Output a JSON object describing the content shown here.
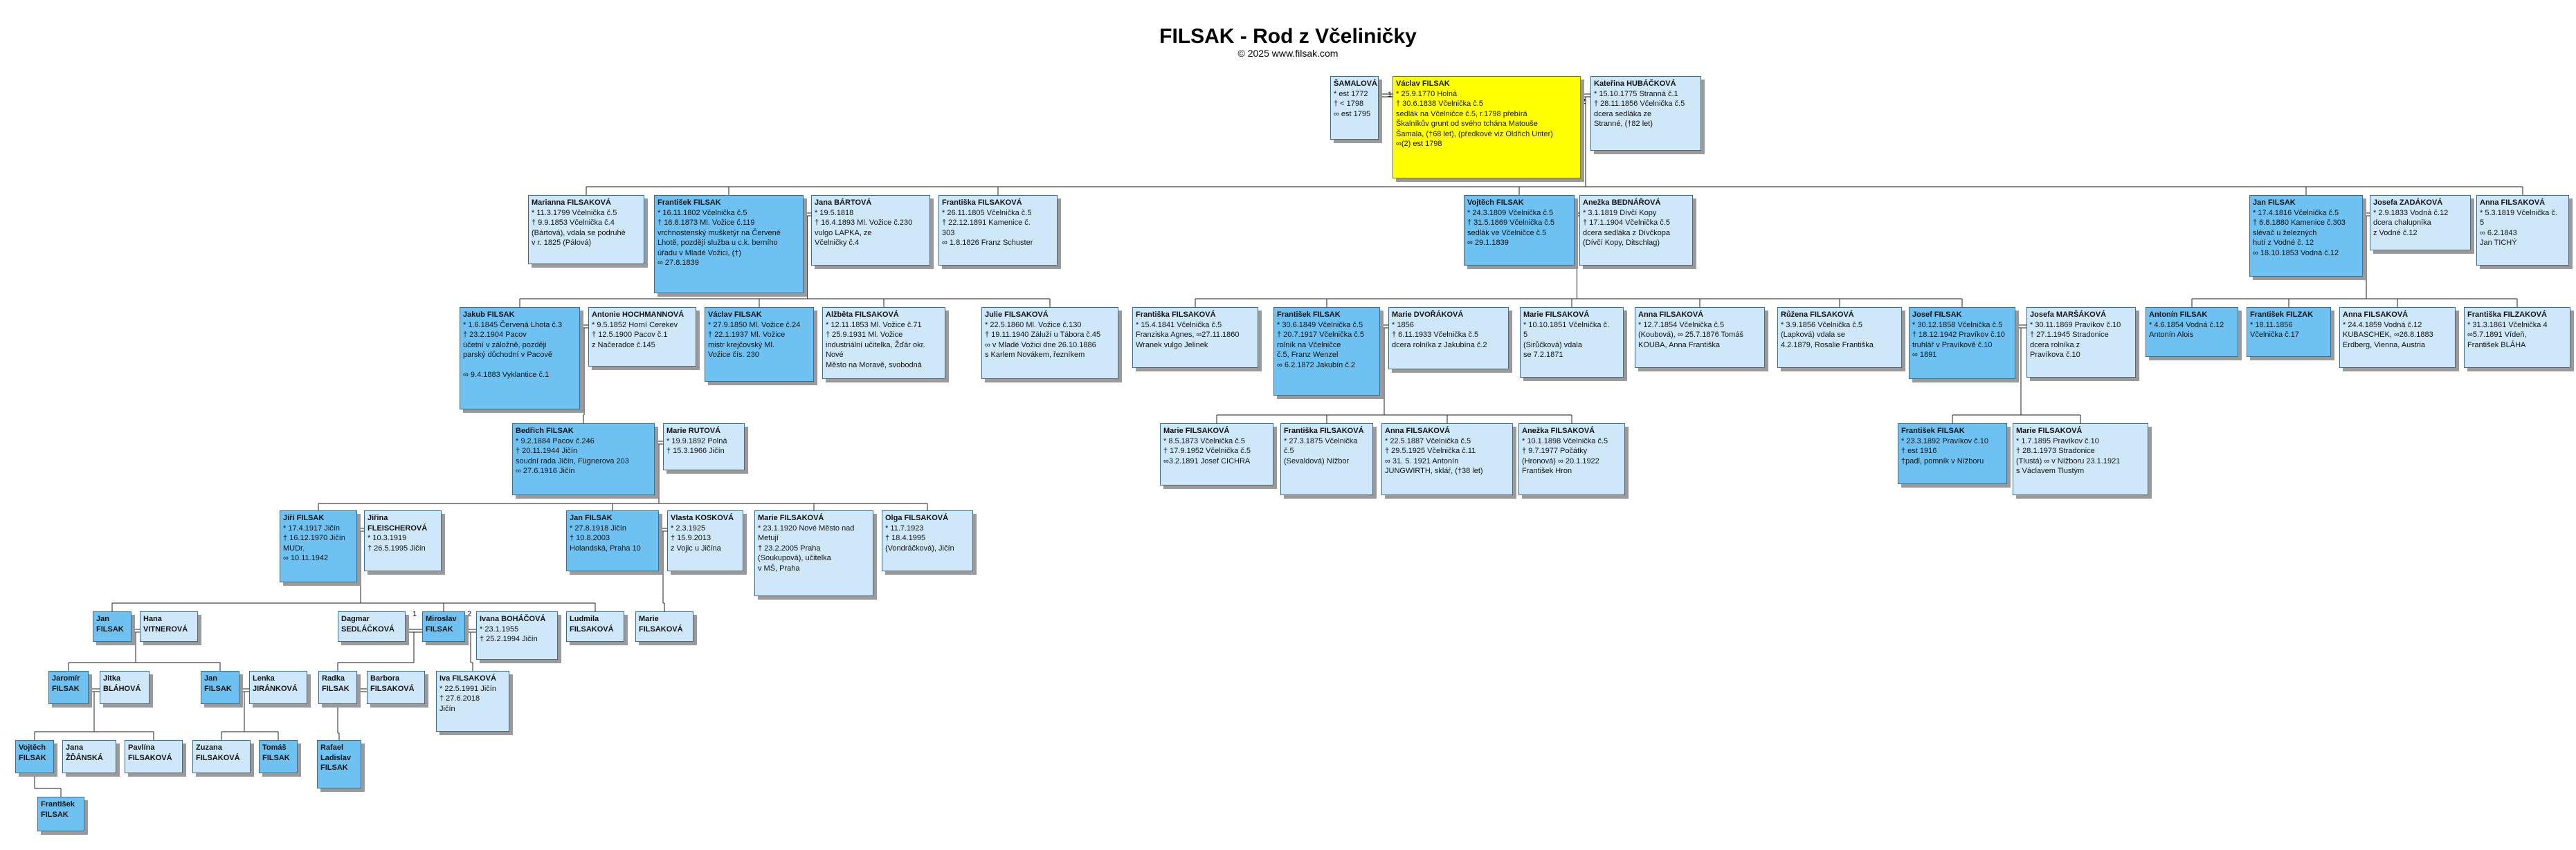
{
  "header": {
    "title": "FILSAK - Rod z Včeliničky",
    "subtitle": "© 2025 www.filsak.com"
  },
  "people": {
    "samalova": {
      "name": "ŠAMALOVÁ",
      "details": "* est 1772\n† < 1798\n∞ est 1795"
    },
    "vaclav_1770": {
      "name": "Václav FILSAK",
      "details": "* 25.9.1770 Holná\n† 30.6.1838 Včelnička č.5\nsedlák na Včelničce č.5, r.1798 přebírá\nŠkalníkův grunt od svého tchána Matouše\nŠamala, (†68 let), (předkové viz Oldřich Unter)\n∞(2) est 1798"
    },
    "hubackova": {
      "name": "Kateřina HUBÁČKOVÁ",
      "details": "* 15.10.1775 Stranná č.1\n† 28.11.1856 Včelnička č.5\ndcera sedláka ze\nStranné, (†82 let)"
    },
    "marianna": {
      "name": "Marianna FILSAKOVÁ",
      "details": "* 11.3.1799 Včelnička č.5\n† 9.9.1853 Včelnička č.4\n(Bártová), vdala se podruhé\nv r. 1825 (Pálová)"
    },
    "frantisek_1802": {
      "name": "František FILSAK",
      "details": "* 16.11.1802 Včelnička č.5\n† 16.8.1873 Ml. Vožice č.119\nvrchnostenský mušketýr na Červené\nLhotě, pozdějí služba u c.k. berního\núřadu v Mladé Vožici, (†)\n∞ 27.8.1839"
    },
    "jana_bartova": {
      "name": "Jana BÁRTOVÁ",
      "details": "* 19.5.1818\n† 16.4.1893 Ml. Vožice č.230\nvulgo LAPKA, ze\nVčelničky č.4"
    },
    "frantiska_1805": {
      "name": "Františka FILSAKOVÁ",
      "details": "* 26.11.1805 Včelnička č.5\n† 22.12.1891 Kamenice č.\n303\n∞ 1.8.1826 Franz Schuster"
    },
    "vojtech_1808": {
      "name": "Vojtěch FILSAK",
      "details": "* 24.3.1809 Včelnička č.5\n† 31.5.1869 Včelnička č.5\nsedlák ve Včelničce č.5\n∞ 29.1.1839"
    },
    "anezka_bednarova": {
      "name": "Anežka BEDNÁŘOVÁ",
      "details": "* 3.1.1819 Dívčí Kopy\n† 17.1.1904 Včelnička č.5\ndcera sedláka z Dívčkopa\n(Dívčí Kopy, Ditschlag)"
    },
    "jan_1816": {
      "name": "Jan FILSAK",
      "details": "* 17.4.1816 Včelnička č.5\n† 6.8.1880 Kamenice č.303\nslévač u železných\nhutí z Vodné č. 12\n∞ 18.10.1853 Vodná č.12"
    },
    "josefa_zadakova": {
      "name": "Josefa ZADÁKOVÁ",
      "details": "* 2.9.1833 Vodná č.12\ndcera chalupníka\nz Vodné č.12"
    },
    "anna_1813": {
      "name": "Anna FILSAKOVÁ",
      "details": "* 5.3.1819 Včelnička č.\n5\n∞ 6.2.1843\nJan TICHÝ"
    },
    "jakub": {
      "name": "Jakub FILSAK",
      "details": "* 1.6.1845 Červená Lhota č.3\n† 23.2.1904 Pacov\núčetní v záložně, později\nparský důchodní v Pacově\n\n∞ 9.4.1883 Vyklantice č.1"
    },
    "antonin_hochmann": {
      "name": "Antonie HOCHMANNOVÁ",
      "details": "* 9.5.1852 Horní Cerekev\n† 12.5.1900 Pacov č.1\nz Načeradce č.145"
    },
    "vaclav_1850": {
      "name": "Václav FILSAK",
      "details": "* 27.9.1850 Ml. Vožice č.24\n† 22.1.1937 Ml. Vožice\nmistr krejčovský Ml.\nVožice čís. 230"
    },
    "albeta": {
      "name": "Alžběta FILSAKOVÁ",
      "details": "* 12.11.1853 Ml. Vožice č.71\n† 25.9.1931 Ml. Vožice\nindustriální učitelka, Žďár okr. Nové\nMěsto na Moravě, svobodná"
    },
    "julie": {
      "name": "Julie FILSAKOVÁ",
      "details": "* 22.5.1860 Ml. Vožice č.130\n† 19.11.1940 Záluží u Tábora č.45\n∞ v Mladé Vožici dne 26.10.1886\ns Karlem Novákem, řezníkem"
    },
    "frantiska_1841": {
      "name": "Františka FILSAKOVÁ",
      "details": "* 15.4.1841 Včelnička č.5\nFranziska Agnes, ∞27.11.1860\nWranek vulgo Jelinek"
    },
    "frantisek_1849": {
      "name": "František FILSAK",
      "details": "* 30.6.1849 Včelnička č.5\n† 20.7.1917 Včelnička č.5\nrolník na Včelničce\nč.5, Franz Wenzel\n∞ 6.2.1872 Jakubín č.2"
    },
    "marie_dvorakova": {
      "name": "Marie DVOŘÁKOVÁ",
      "details": "* 1856\n† 6.11.1933 Včelnička č.5\ndcera rolníka z Jakubína č.2"
    },
    "marie_1851": {
      "name": "Marie FILSAKOVÁ",
      "details": "* 10.10.1851 Včelnička č.\n5\n(Sirůčková) vdala\nse 7.2.1871"
    },
    "anna_1854": {
      "name": "Anna FILSAKOVÁ",
      "details": "* 12.7.1854 Včelnička č.5\n(Koubová), ∞ 25.7.1876 Tomáš\nKOUBA, Anna Františka"
    },
    "ruzena": {
      "name": "Růžena FILSAKOVÁ",
      "details": "* 3.9.1856 Včelnička č.5\n(Lapková) vdala se\n4.2.1879, Rosalie Františka"
    },
    "josef_1858": {
      "name": "Josef FILSAK",
      "details": "* 30.12.1858 Včelnička č.5\n† 18.12.1942 Pravíkov č.10\ntruhlář v Pravíkově č.10\n∞ 1891"
    },
    "josefa_marsakova": {
      "name": "Josefa MARŠÁKOVÁ",
      "details": "* 30.11.1869 Pravíkov č.10\n† 27.1.1945 Stradonice\ndcera rolníka z\nPravíkova č.10"
    },
    "antonin_1854": {
      "name": "Antonín FILSAK",
      "details": "* 4.6.1854 Vodná č.12\nAntonín Alois"
    },
    "frantisek_filzak": {
      "name": "František FILZAK",
      "details": "* 18.11.1856\nVčelnička č.17"
    },
    "anna_1859": {
      "name": "Anna FILSAKOVÁ",
      "details": "* 24.4.1859 Vodná č.12\nKUBASCHEK, ∞26.8.1883\nErdberg, Vienna, Austria"
    },
    "frantiska_filzakova": {
      "name": "Františka FILZAKOVÁ",
      "details": "* 31.3.1861 Včelnička 4\n∞5.7.1891 Vídeň,\nFrantišek BLÁHA"
    },
    "bedrich": {
      "name": "Bedřich FILSAK",
      "details": "* 9.2.1884 Pacov č.246\n† 20.11.1944 Jičín\nsoudní rada Jičín, Fügnerova 203\n∞ 27.6.1916 Jičín"
    },
    "marie_rutova": {
      "name": "Marie RUTOVÁ",
      "details": "* 19.9.1892 Polná\n† 15.3.1966 Jičín"
    },
    "marie_1873": {
      "name": "Marie FILSAKOVÁ",
      "details": "* 8.5.1873 Včelnička č.5\n† 17.9.1952 Včelnička č.5\n∞3.2.1891 Josef CICHRA"
    },
    "frantiska_1875": {
      "name": "Františka FILSAKOVÁ",
      "details": "* 27.3.1875 Včelnička\nč.5\n(Sevaldová) Nížbor"
    },
    "anna_1887": {
      "name": "Anna FILSAKOVÁ",
      "details": "* 22.5.1887 Včelnička č.5\n† 29.5.1925 Včelnička č.11\n∞ 31. 5. 1921 Antonín\nJUNGWIRTH, sklář, (†38 let)"
    },
    "anezka_1898": {
      "name": "Anežka FILSAKOVÁ",
      "details": "* 10.1.1898 Včelnička č.5\n† 9.7.1977 Počátky\n(Hronová) ∞ 20.1.1922\nFrantišek Hron"
    },
    "frantisek_1892": {
      "name": "František FILSAK",
      "details": "* 23.3.1892 Pravíkov č.10\n† est 1916\n†padl, pomník v Nížboru"
    },
    "marie_1895": {
      "name": "Marie FILSAKOVÁ",
      "details": "* 1.7.1895 Pravíkov č.10\n† 28.1.1973 Stradonice\n(Tlustá) ∞ v Nížboru 23.1.1921\ns Václavem Tlustým"
    },
    "jiri": {
      "name": "Jiří FILSAK",
      "details": "* 17.4.1917 Jičín\n† 16.12.1970 Jičín\nMUDr.\n∞ 10.11.1942"
    },
    "jirina": {
      "name": "Jiřina FLEISCHEROVÁ",
      "details": "* 10.3.1919\n† 26.5.1995 Jičín"
    },
    "jan_1918": {
      "name": "Jan FILSAK",
      "details": "* 27.8.1918 Jičín\n† 10.8.2003\nHolandská, Praha 10"
    },
    "vlasta": {
      "name": "Vlasta KOSKOVÁ",
      "details": "* 2.3.1925\n† 15.9.2013\nz Vojic u Jičína"
    },
    "marie_1920": {
      "name": "Marie FILSAKOVÁ",
      "details": "* 23.1.1920 Nové Město nad\nMetují\n† 23.2.2005 Praha\n(Soukupová), učitelka\nv MŠ, Praha"
    },
    "olga": {
      "name": "Olga FILSAKOVÁ",
      "details": "* 11.7.1923\n† 18.4.1995\n(Vondráčková), Jičín"
    },
    "jan_a": {
      "name": "Jan FILSAK",
      "details": ""
    },
    "hana": {
      "name": "Hana VITNEROVÁ",
      "details": ""
    },
    "dagmar": {
      "name": "Dagmar SEDLÁČKOVÁ",
      "details": ""
    },
    "miroslav": {
      "name": "Miroslav FILSAK",
      "details": ""
    },
    "ivana": {
      "name": "Ivana BOHÁČOVÁ",
      "details": "* 23.1.1955\n† 25.2.1994 Jičín"
    },
    "ludmila": {
      "name": "Ludmila FILSAKOVÁ",
      "details": ""
    },
    "marie_c": {
      "name": "Marie FILSAKOVÁ",
      "details": ""
    },
    "jaromir": {
      "name": "Jaromír FILSAK",
      "details": ""
    },
    "jitka": {
      "name": "Jitka BLÁHOVÁ",
      "details": ""
    },
    "jan_b": {
      "name": "Jan FILSAK",
      "details": ""
    },
    "lenka": {
      "name": "Lenka JIRÁNKOVÁ",
      "details": ""
    },
    "radka": {
      "name": "Radka FILSAK",
      "details": ""
    },
    "barbora": {
      "name": "Barbora FILSAKOVÁ",
      "details": ""
    },
    "iva": {
      "name": "Iva FILSAKOVÁ",
      "details": "* 22.5.1991 Jičín\n† 27.6.2018\nJičín"
    },
    "vojtech_d": {
      "name": "Vojtěch FILSAK",
      "details": ""
    },
    "jana_z": {
      "name": "Jana ŽĎÁNSKÁ",
      "details": ""
    },
    "pavlina": {
      "name": "Pavlína FILSAKOVÁ",
      "details": ""
    },
    "zuzana": {
      "name": "Zuzana FILSAKOVÁ",
      "details": ""
    },
    "tomas": {
      "name": "Tomáš FILSAK",
      "details": ""
    },
    "rafael": {
      "name": "Rafael Ladislav FILSAK",
      "details": ""
    },
    "frantisek_e": {
      "name": "František FILSAK",
      "details": ""
    }
  },
  "marriage_marks": {
    "vaclav_first": "1",
    "vaclav_second": "2",
    "miroslav_first": "1",
    "miroslav_second": "2"
  }
}
